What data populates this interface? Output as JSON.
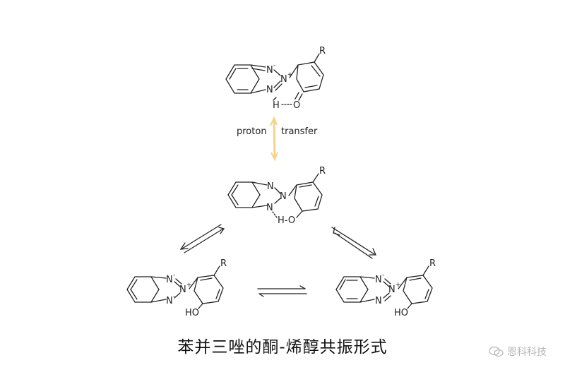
{
  "caption": "苯并三唑的酮-烯醇共振形式",
  "labels": {
    "proton": "proton",
    "transfer": "transfer"
  },
  "watermark": "恩科科技",
  "atoms": {
    "N": "N",
    "R": "R",
    "H": "H",
    "O": "O",
    "HO": "HO",
    "H_O": "H-O",
    "minus": "-",
    "plus": "+"
  },
  "colors": {
    "line": "#222222",
    "proton_arrow": "#f3d48a",
    "watermark": "#b5b5b5"
  }
}
